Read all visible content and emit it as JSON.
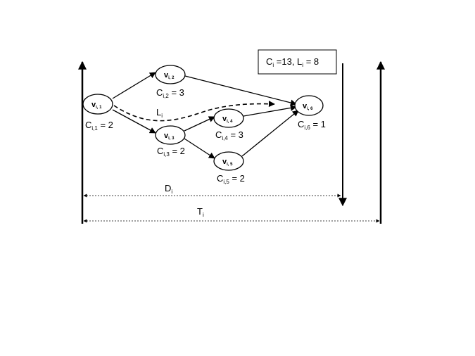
{
  "summary": {
    "c_letter": "C",
    "c_sub": "i",
    "c_rest": " =13, L",
    "l_sub": "i",
    "l_rest": " = 8"
  },
  "nodes": [
    {
      "id": "v1",
      "name": "v",
      "sub": "i, 1",
      "cost_letter": "C",
      "cost_sub": "i,1",
      "cost_rest": " = 2"
    },
    {
      "id": "v2",
      "name": "v",
      "sub": "i, 2",
      "cost_letter": "C",
      "cost_sub": "i,2",
      "cost_rest": " = 3"
    },
    {
      "id": "v3",
      "name": "v",
      "sub": "i, 3",
      "cost_letter": "C",
      "cost_sub": "i,3",
      "cost_rest": " = 2"
    },
    {
      "id": "v4",
      "name": "v",
      "sub": "i, 4",
      "cost_letter": "C",
      "cost_sub": "i,4",
      "cost_rest": " = 3"
    },
    {
      "id": "v5",
      "name": "v",
      "sub": "i, 5",
      "cost_letter": "C",
      "cost_sub": "i,5",
      "cost_rest": " = 2"
    },
    {
      "id": "v6",
      "name": "v",
      "sub": "i, 6",
      "cost_letter": "C",
      "cost_sub": "i,6",
      "cost_rest": " = 1"
    }
  ],
  "critical_path": {
    "letter": "L",
    "sub": "i"
  },
  "deadline": {
    "letter": "D",
    "sub": "i"
  },
  "period": {
    "letter": "T",
    "sub": "i"
  }
}
